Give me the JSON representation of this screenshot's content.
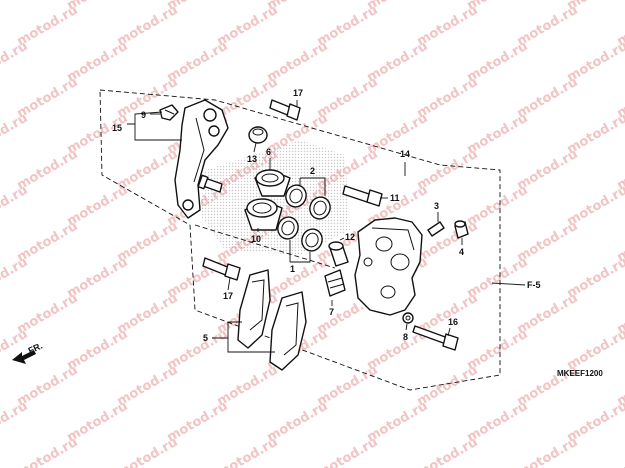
{
  "watermark": {
    "text": "motod.ru",
    "color": "#f2c4c4"
  },
  "diagram_code": "MKEEF1200",
  "reference": "F-5",
  "direction_label": "FR.",
  "callouts": {
    "c1": "1",
    "c2": "2",
    "c3": "3",
    "c4": "4",
    "c5": "5",
    "c6": "6",
    "c7": "7",
    "c8": "8",
    "c9": "9",
    "c10": "10",
    "c11": "11",
    "c12": "12",
    "c13": "13",
    "c14": "14",
    "c15": "15",
    "c16": "16",
    "c17a": "17",
    "c17b": "17"
  }
}
